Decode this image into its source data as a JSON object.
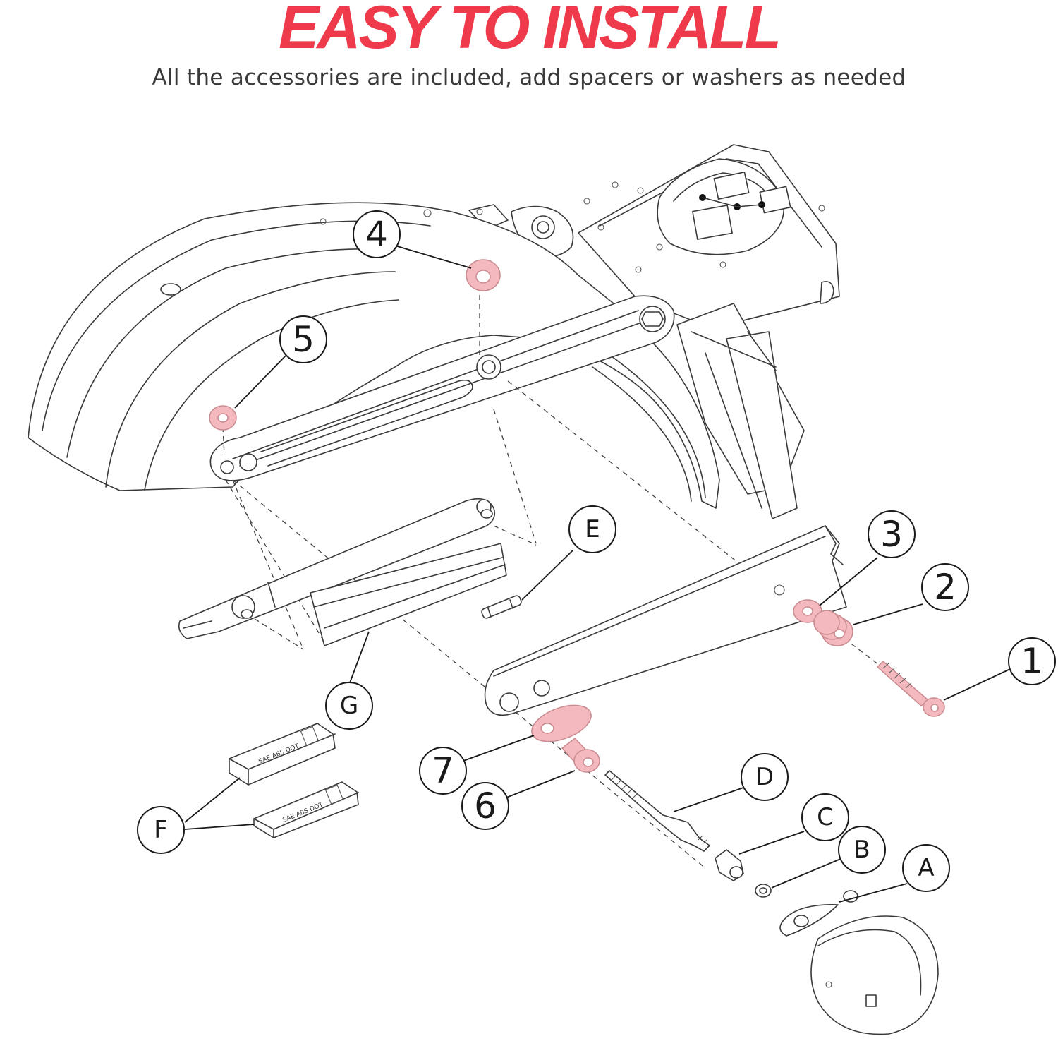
{
  "header": {
    "title": "EASY TO INSTALL",
    "subtitle": "All the accessories are included, add spacers or washers as needed"
  },
  "colors": {
    "accent": "#ee3a4b",
    "highlight_fill": "#f4b9be",
    "line": "#3a3a3a"
  },
  "callouts": [
    {
      "id": "c4",
      "label": "4"
    },
    {
      "id": "c5",
      "label": "5"
    },
    {
      "id": "cE",
      "label": "E"
    },
    {
      "id": "c3",
      "label": "3"
    },
    {
      "id": "c2",
      "label": "2"
    },
    {
      "id": "c1",
      "label": "1"
    },
    {
      "id": "cG",
      "label": "G"
    },
    {
      "id": "c7",
      "label": "7"
    },
    {
      "id": "c6",
      "label": "6"
    },
    {
      "id": "cD",
      "label": "D"
    },
    {
      "id": "cC",
      "label": "C"
    },
    {
      "id": "cB",
      "label": "B"
    },
    {
      "id": "cA",
      "label": "A"
    },
    {
      "id": "cF",
      "label": "F"
    }
  ],
  "plate_text": {
    "marking": "SAE ABS DOT"
  }
}
